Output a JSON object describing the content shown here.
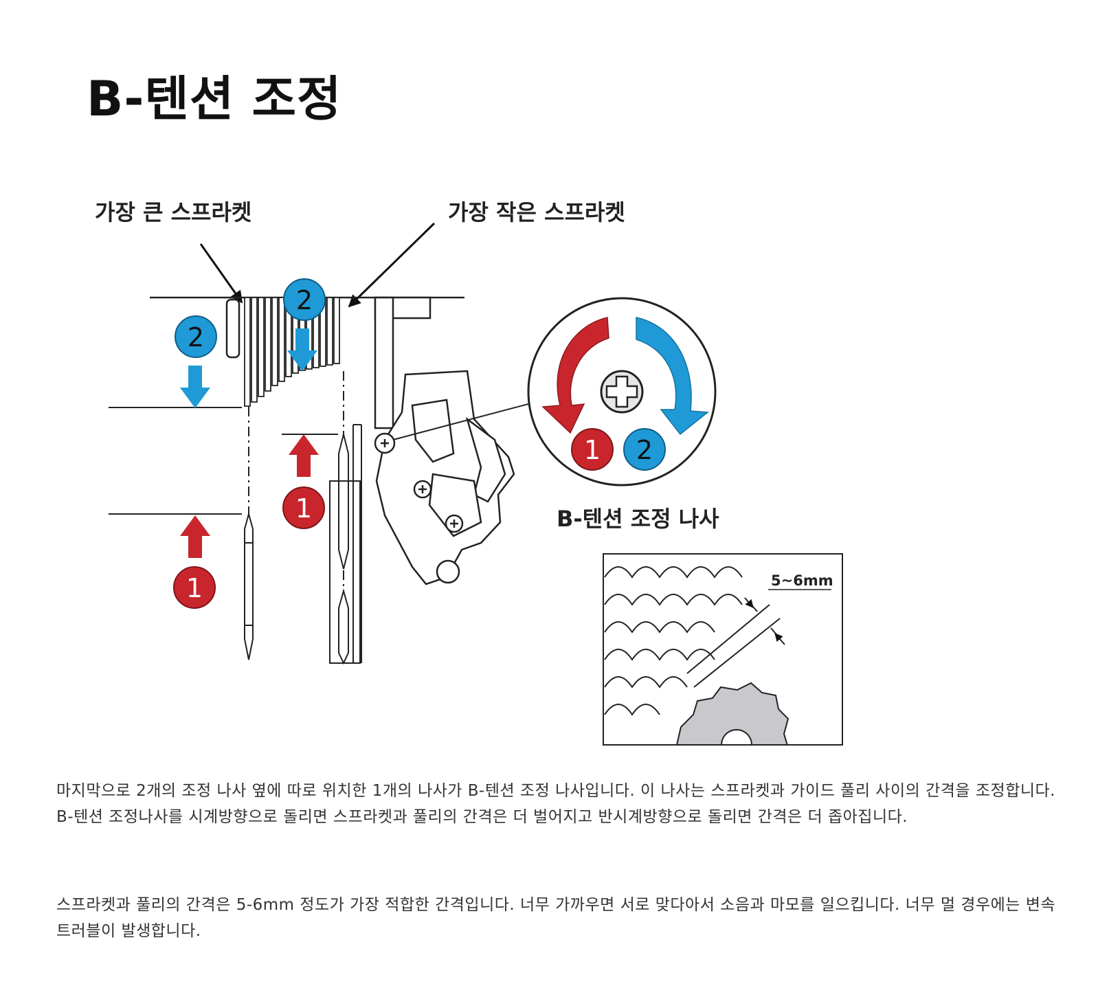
{
  "page": {
    "title": "B-텐션 조정"
  },
  "diagram": {
    "labels": {
      "largest_sprocket": "가장 큰 스프라켓",
      "smallest_sprocket": "가장 작은 스프라켓",
      "screw": "B-텐션 조정 나사",
      "gap": "5~6mm"
    },
    "markers": {
      "one": "1",
      "two": "2"
    },
    "colors": {
      "red": "#c8262c",
      "blue": "#1f9ad6",
      "line": "#222222",
      "pulley_fill": "#c9c9cd"
    }
  },
  "body": {
    "paragraph1": "마지막으로 2개의 조정 나사 옆에 따로 위치한 1개의 나사가 B-텐션 조정 나사입니다. 이 나사는 스프라켓과 가이드 풀리 사이의 간격을 조정합니다. B-텐션 조정나사를 시계방향으로 돌리면 스프라켓과 풀리의 간격은 더 벌어지고 반시계방향으로 돌리면 간격은 더 좁아집니다.",
    "paragraph2": "스프라켓과 풀리의 간격은 5-6mm 정도가 가장 적합한 간격입니다. 너무 가까우면 서로 맞다아서 소음과 마모를 일으킵니다. 너무 멀 경우에는 변속 트러블이 발생합니다."
  }
}
